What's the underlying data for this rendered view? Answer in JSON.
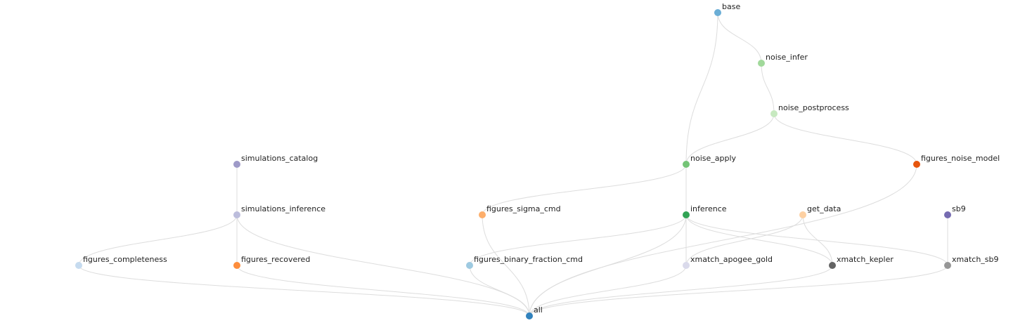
{
  "graph": {
    "nodes": [
      {
        "id": "base",
        "label": "base",
        "color": "#6baed6"
      },
      {
        "id": "noise_infer",
        "label": "noise_infer",
        "color": "#a1d99b"
      },
      {
        "id": "noise_postprocess",
        "label": "noise_postprocess",
        "color": "#c7e9c0"
      },
      {
        "id": "simulations_catalog",
        "label": "simulations_catalog",
        "color": "#9e9ac8"
      },
      {
        "id": "noise_apply",
        "label": "noise_apply",
        "color": "#74c476"
      },
      {
        "id": "figures_noise_model",
        "label": "figures_noise_model",
        "color": "#e6550d"
      },
      {
        "id": "simulations_inference",
        "label": "simulations_inference",
        "color": "#bcbddc"
      },
      {
        "id": "figures_sigma_cmd",
        "label": "figures_sigma_cmd",
        "color": "#fdae6b"
      },
      {
        "id": "inference",
        "label": "inference",
        "color": "#31a354"
      },
      {
        "id": "get_data",
        "label": "get_data",
        "color": "#fdd0a2"
      },
      {
        "id": "sb9",
        "label": "sb9",
        "color": "#756bb1"
      },
      {
        "id": "figures_completeness",
        "label": "figures_completeness",
        "color": "#c6dbef"
      },
      {
        "id": "figures_recovered",
        "label": "figures_recovered",
        "color": "#fd8d3c"
      },
      {
        "id": "figures_binary_fraction_cmd",
        "label": "figures_binary_fraction_cmd",
        "color": "#9ecae1"
      },
      {
        "id": "xmatch_apogee_gold",
        "label": "xmatch_apogee_gold",
        "color": "#dadaeb"
      },
      {
        "id": "xmatch_kepler",
        "label": "xmatch_kepler",
        "color": "#636363"
      },
      {
        "id": "xmatch_sb9",
        "label": "xmatch_sb9",
        "color": "#969696"
      },
      {
        "id": "all",
        "label": "all",
        "color": "#3182bd"
      }
    ],
    "edges": [
      [
        "base",
        "noise_infer"
      ],
      [
        "base",
        "noise_apply"
      ],
      [
        "noise_infer",
        "noise_postprocess"
      ],
      [
        "noise_postprocess",
        "noise_apply"
      ],
      [
        "noise_postprocess",
        "figures_noise_model"
      ],
      [
        "simulations_catalog",
        "simulations_inference"
      ],
      [
        "noise_apply",
        "inference"
      ],
      [
        "noise_apply",
        "figures_sigma_cmd"
      ],
      [
        "simulations_inference",
        "figures_completeness"
      ],
      [
        "simulations_inference",
        "figures_recovered"
      ],
      [
        "simulations_inference",
        "all"
      ],
      [
        "inference",
        "figures_binary_fraction_cmd"
      ],
      [
        "inference",
        "xmatch_apogee_gold"
      ],
      [
        "inference",
        "xmatch_kepler"
      ],
      [
        "inference",
        "xmatch_sb9"
      ],
      [
        "inference",
        "all"
      ],
      [
        "get_data",
        "xmatch_apogee_gold"
      ],
      [
        "get_data",
        "xmatch_kepler"
      ],
      [
        "sb9",
        "xmatch_sb9"
      ],
      [
        "figures_noise_model",
        "all"
      ],
      [
        "figures_sigma_cmd",
        "all"
      ],
      [
        "figures_completeness",
        "all"
      ],
      [
        "figures_recovered",
        "all"
      ],
      [
        "figures_binary_fraction_cmd",
        "all"
      ],
      [
        "xmatch_apogee_gold",
        "all"
      ],
      [
        "xmatch_kepler",
        "all"
      ],
      [
        "xmatch_sb9",
        "all"
      ]
    ]
  }
}
